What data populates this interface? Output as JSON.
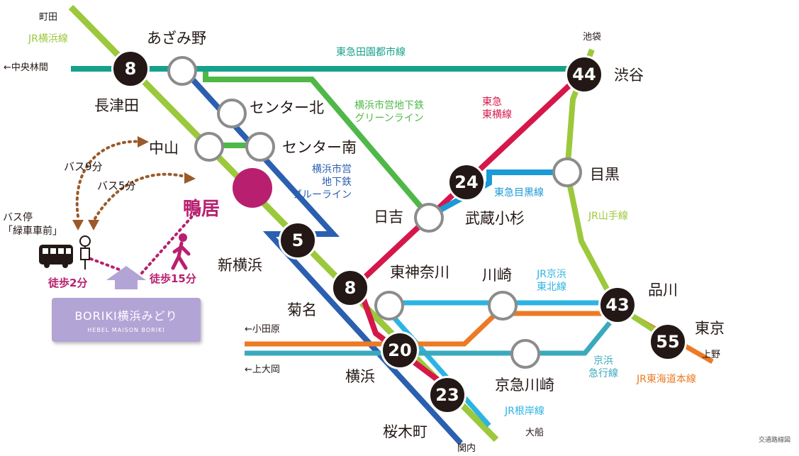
{
  "stations": {
    "azamino": "あざみ野",
    "nagatsuta": "長津田",
    "center_kita": "センター北",
    "center_minami": "センター南",
    "nakayama": "中山",
    "kamoi": "鴨居",
    "shin_yokohama": "新横浜",
    "kikuna": "菊名",
    "higashi_kanagawa": "東神奈川",
    "yokohama": "横浜",
    "sakuragicho": "桜木町",
    "hiyoshi": "日吉",
    "musashi_kosugi": "武蔵小杉",
    "shibuya": "渋谷",
    "meguro": "目黒",
    "kawasaki": "川崎",
    "keikyu_kawasaki": "京急川崎",
    "shinagawa": "品川",
    "tokyo": "東京"
  },
  "lines": {
    "jr_yokohama": "JR横浜線",
    "denentoshi": "東急田園都市線",
    "green_line": "横浜市営地下鉄\nグリーンライン",
    "toyoko": "東急\n東横線",
    "meguro_line": "東急目黒線",
    "blue_line": "横浜市営\n地下鉄\nブルーライン",
    "yamanote": "JR山手線",
    "keihin_tohoku": "JR京浜\n東北線",
    "keikyu": "京浜\n急行線",
    "tokaido": "JR東海道本線",
    "negishi": "JR根岸線"
  },
  "directions": {
    "machida": "町田",
    "chuo_rinkan": "←中央林間",
    "ikebukuro": "池袋",
    "odawara": "←小田原",
    "kami_ooka": "←上大岡",
    "kannai": "関内",
    "ofuna": "大船",
    "ueno": "上野"
  },
  "times": {
    "nagatsuta": "8",
    "shibuya": "44",
    "musashi_kosugi": "24",
    "shin_yokohama": "5",
    "kikuna": "8",
    "yokohama": "20",
    "sakuragicho": "23",
    "shinagawa": "43",
    "tokyo": "55"
  },
  "access": {
    "bus9": "バス9分",
    "bus5": "バス5分",
    "bus_stop": "バス停\n「緑車車前」",
    "walk2": "徒歩2分",
    "walk15": "徒歩15分"
  },
  "property": {
    "name": "BORIKI横浜みどり",
    "sub": "HEBEL MAISON BORIKI"
  },
  "caption": "交通路線図",
  "colors": {
    "jr_yokohama": "#9cc83c",
    "denentoshi": "#17a18c",
    "green_line": "#4fb848",
    "toyoko": "#d5174a",
    "meguro": "#1a9ad6",
    "blue_line": "#2b5fb0",
    "yamanote": "#9cc83c",
    "keihin_tohoku": "#2cb4e3",
    "tokaido": "#ec7a24",
    "keikyu": "#3aa9bd",
    "kamoi": "#b8206f",
    "bus_path": "#9a5a2a",
    "property": "#b3a4d6"
  }
}
